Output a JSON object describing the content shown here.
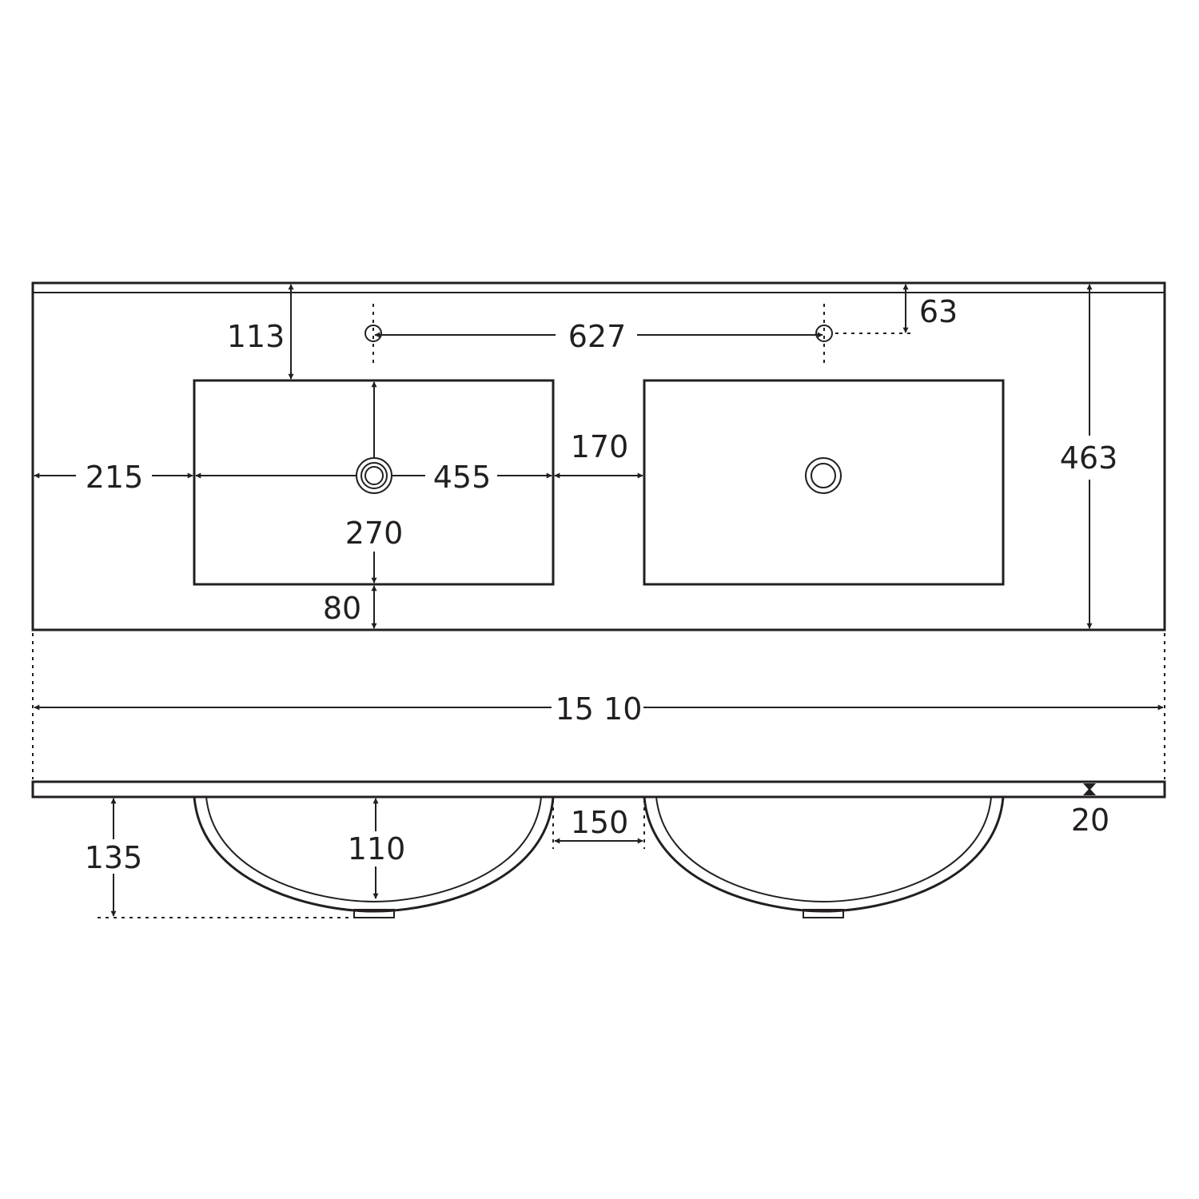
{
  "dimensions": {
    "top_to_tap_hole": "113",
    "tap_hole_spacing": "627",
    "tap_hole_offset": "63",
    "left_margin": "215",
    "basin_width": "455",
    "basin_gap": "170",
    "basin_depth": "270",
    "front_margin": "80",
    "top_depth": "463",
    "overall_width": "15 10",
    "bowl_drop": "110",
    "bowl_gap": "150",
    "total_drop": "135",
    "top_thickness": "20"
  },
  "colors": {
    "line": "#231f20",
    "background": "#ffffff"
  }
}
